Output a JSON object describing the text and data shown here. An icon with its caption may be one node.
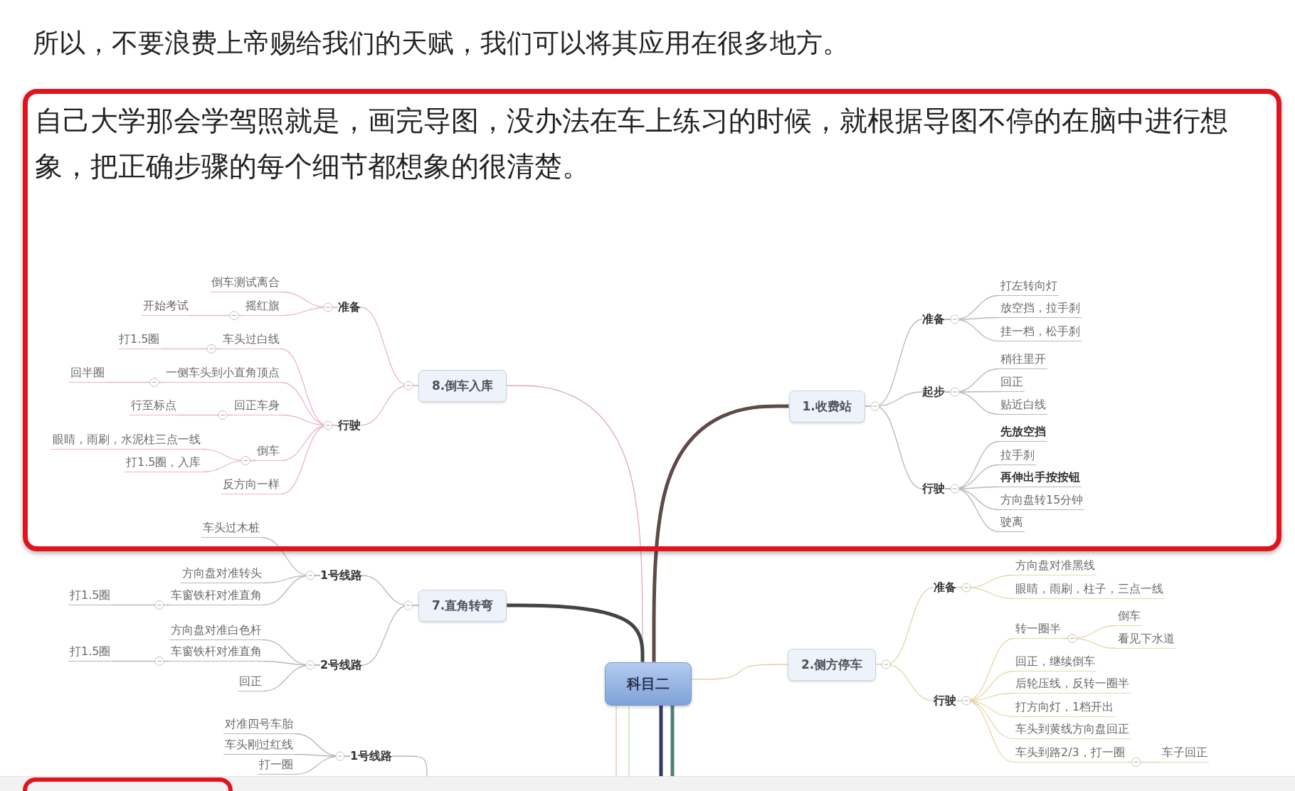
{
  "diagram": {
    "nodes": [
      {
        "text": [
          "自己大学那会学驾照就是，画完导图，没办法在车上练习的时候，就根据导图不停的在脑中进行想象，把正确步骤的每个细节都想象的很清楚。"
        ]
      },
      {
        "text": [
          "8.倒车入库"
        ],
        "in": 0
      },
      {
        "text": [
          "准备"
        ],
        "in": 0
      },
      {
        "text": [
          "倒车测试离合"
        ],
        "in": 0
      },
      {
        "text": [
          "摇红旗"
        ],
        "in": 0
      },
      {
        "text": [
          "开始考试"
        ],
        "in": 0
      },
      {
        "text": [
          "行驶"
        ],
        "in": 0
      },
      {
        "text": [
          "车头过白线"
        ],
        "in": 0
      },
      {
        "text": [
          "打1.5圈"
        ],
        "in": 0
      },
      {
        "text": [
          "一侧车头到小直角顶点"
        ],
        "in": 0
      },
      {
        "text": [
          "回半圈"
        ],
        "in": 0
      },
      {
        "text": [
          "回正车身"
        ],
        "in": 0
      },
      {
        "text": [
          "行至标点"
        ],
        "in": 0
      },
      {
        "text": [
          "倒车"
        ],
        "in": 0
      },
      {
        "text": [
          "眼睛，雨刷，水泥柱三点一线"
        ],
        "in": 0
      },
      {
        "text": [
          "打1.5圈，入库"
        ],
        "in": 0
      },
      {
        "text": [
          "反方向一样"
        ],
        "in": 0
      },
      {
        "text": [
          "1.收费站"
        ],
        "in": 0
      },
      {
        "text": [
          "准备"
        ],
        "in": 0
      },
      {
        "text": [
          "打左转向灯"
        ],
        "in": 0
      },
      {
        "text": [
          "放空挡，拉手刹"
        ],
        "in": 0
      },
      {
        "text": [
          "挂一档，松手刹"
        ],
        "in": 0
      },
      {
        "text": [
          "起步"
        ],
        "in": 0
      },
      {
        "text": [
          "稍往里开"
        ],
        "in": 0
      },
      {
        "text": [
          "回正"
        ],
        "in": 0
      },
      {
        "text": [
          "贴近白线"
        ],
        "in": 0
      },
      {
        "text": [
          "行驶"
        ],
        "in": 0
      },
      {
        "text": [
          "先放空挡"
        ],
        "in": 0
      },
      {
        "text": [
          "拉手刹"
        ],
        "in": 0
      },
      {
        "text": [
          "再伸出手按按钮"
        ],
        "in": 0
      },
      {
        "text": [
          "方向盘转15分钟"
        ],
        "in": 0
      },
      {
        "text": [
          "驶离"
        ],
        "in": 0
      },
      {
        "text": [
          "车头过木桩"
        ],
        "in": 0
      },
      {
        "text": [
          "科目二"
        ]
      },
      {
        "text": [
          "7.直角转弯"
        ]
      },
      {
        "text": [
          "1号线路"
        ]
      },
      {
        "text": [
          "方向盘对准转头"
        ]
      },
      {
        "text": [
          "车窗铁杆对准直角"
        ]
      },
      {
        "text": [
          "打1.5圈"
        ]
      },
      {
        "text": [
          "2号线路"
        ]
      },
      {
        "text": [
          "方向盘对准白色杆"
        ]
      },
      {
        "text": [
          "车窗铁杆对准直角"
        ]
      },
      {
        "text": [
          "打1.5圈"
        ]
      },
      {
        "text": [
          "回正"
        ]
      },
      {
        "text": [
          "2.侧方停车"
        ]
      },
      {
        "text": [
          "准备"
        ]
      },
      {
        "text": [
          "方向盘对准黑线"
        ]
      },
      {
        "text": [
          "眼睛，雨刷，柱子，三点一线"
        ]
      },
      {
        "text": [
          "行驶"
        ]
      },
      {
        "text": [
          "转一圈半"
        ]
      },
      {
        "text": [
          "倒车"
        ]
      },
      {
        "text": [
          "看见下水道"
        ]
      },
      {
        "text": [
          "回正，继续倒车"
        ]
      },
      {
        "text": [
          "后轮压线，反转一圈半"
        ]
      },
      {
        "text": [
          "打方向灯，1档开出"
        ]
      },
      {
        "text": [
          "车头到黄线方向盘回正"
        ]
      },
      {
        "text": [
          "车头到路2/3，打一圈"
        ]
      },
      {
        "text": [
          "车子回正"
        ]
      },
      {
        "text": [
          "1号线路"
        ]
      },
      {
        "text": [
          "对准四号车胎"
        ]
      },
      {
        "text": [
          "车头刚过红线"
        ]
      },
      {
        "text": [
          "打一圈"
        ]
      }
    ],
    "edges": [
      {
        "from": 33,
        "to": 1,
        "arrow": "none",
        "color": "#e3a9b8"
      },
      {
        "from": 33,
        "to": 17,
        "arrow": "none",
        "style": "thick",
        "color": "#5e4a47"
      },
      {
        "from": 33,
        "to": 34,
        "arrow": "none",
        "style": "thick",
        "color": "#444444"
      },
      {
        "from": 33,
        "to": 44,
        "arrow": "none",
        "color": "#e3cf9c"
      },
      {
        "from": 33,
        "to": null,
        "arrow": "none",
        "color": "#e4c3b3"
      },
      {
        "from": 33,
        "to": null,
        "arrow": "none",
        "color": "#b9e0a5"
      },
      {
        "from": 33,
        "to": null,
        "arrow": "none",
        "style": "thick",
        "color": "#2d3a5c"
      },
      {
        "from": 33,
        "to": null,
        "arrow": "none",
        "style": "thick",
        "color": "#4f7f78"
      },
      {
        "from": 1,
        "to": 2,
        "arrow": "none",
        "color": "#eab6c4"
      },
      {
        "from": 1,
        "to": 6,
        "arrow": "none",
        "color": "#eab6c4"
      },
      {
        "from": 2,
        "to": 3,
        "arrow": "none",
        "color": "#eab6c4"
      },
      {
        "from": 2,
        "to": 4,
        "arrow": "none",
        "color": "#eab6c4"
      },
      {
        "from": 4,
        "to": 5,
        "arrow": "none",
        "color": "#eab6c4"
      },
      {
        "from": 6,
        "to": 7,
        "arrow": "none",
        "color": "#eab6c4"
      },
      {
        "from": 6,
        "to": 9,
        "arrow": "none",
        "color": "#eab6c4"
      },
      {
        "from": 6,
        "to": 11,
        "arrow": "none",
        "color": "#eab6c4"
      },
      {
        "from": 6,
        "to": 13,
        "arrow": "none",
        "color": "#eab6c4"
      },
      {
        "from": 6,
        "to": 16,
        "arrow": "none",
        "color": "#eab6c4"
      },
      {
        "from": 7,
        "to": 8,
        "arrow": "none",
        "color": "#eab6c4"
      },
      {
        "from": 9,
        "to": 10,
        "arrow": "none",
        "color": "#eab6c4"
      },
      {
        "from": 11,
        "to": 12,
        "arrow": "none",
        "color": "#eab6c4"
      },
      {
        "from": 13,
        "to": 14,
        "arrow": "none",
        "color": "#eab6c4"
      },
      {
        "from": 13,
        "to": 15,
        "arrow": "none",
        "color": "#eab6c4"
      },
      {
        "from": 17,
        "to": 18,
        "arrow": "none"
      },
      {
        "from": 17,
        "to": 22,
        "arrow": "none"
      },
      {
        "from": 17,
        "to": 26,
        "arrow": "none"
      },
      {
        "from": 18,
        "to": 19,
        "arrow": "none"
      },
      {
        "from": 18,
        "to": 20,
        "arrow": "none"
      },
      {
        "from": 18,
        "to": 21,
        "arrow": "none"
      },
      {
        "from": 22,
        "to": 23,
        "arrow": "none"
      },
      {
        "from": 22,
        "to": 24,
        "arrow": "none"
      },
      {
        "from": 22,
        "to": 25,
        "arrow": "none"
      },
      {
        "from": 26,
        "to": 27,
        "arrow": "none"
      },
      {
        "from": 26,
        "to": 28,
        "arrow": "none"
      },
      {
        "from": 26,
        "to": 29,
        "arrow": "none"
      },
      {
        "from": 26,
        "to": 30,
        "arrow": "none"
      },
      {
        "from": 26,
        "to": 31,
        "arrow": "none"
      },
      {
        "from": 34,
        "to": 35,
        "arrow": "none"
      },
      {
        "from": 34,
        "to": 39,
        "arrow": "none"
      },
      {
        "from": 35,
        "to": 32,
        "arrow": "none"
      },
      {
        "from": 35,
        "to": 36,
        "arrow": "none"
      },
      {
        "from": 35,
        "to": 37,
        "arrow": "none"
      },
      {
        "from": 37,
        "to": 38,
        "arrow": "none"
      },
      {
        "from": 39,
        "to": 40,
        "arrow": "none"
      },
      {
        "from": 39,
        "to": 41,
        "arrow": "none"
      },
      {
        "from": 39,
        "to": 43,
        "arrow": "none"
      },
      {
        "from": 41,
        "to": 42,
        "arrow": "none"
      },
      {
        "from": 44,
        "to": 45,
        "arrow": "none",
        "color": "#e6d6a8"
      },
      {
        "from": 44,
        "to": 48,
        "arrow": "none",
        "color": "#e6d6a8"
      },
      {
        "from": 45,
        "to": 46,
        "arrow": "none",
        "color": "#e6d6a8"
      },
      {
        "from": 45,
        "to": 47,
        "arrow": "none",
        "color": "#e6d6a8"
      },
      {
        "from": 48,
        "to": 49,
        "arrow": "none",
        "color": "#e6d6a8"
      },
      {
        "from": 48,
        "to": 52,
        "arrow": "none",
        "color": "#e6d6a8"
      },
      {
        "from": 48,
        "to": 53,
        "arrow": "none",
        "color": "#e6d6a8"
      },
      {
        "from": 48,
        "to": 54,
        "arrow": "none",
        "color": "#e6d6a8"
      },
      {
        "from": 48,
        "to": 55,
        "arrow": "none",
        "color": "#e6d6a8"
      },
      {
        "from": 48,
        "to": 56,
        "arrow": "none",
        "color": "#e6d6a8"
      },
      {
        "from": 49,
        "to": 50,
        "arrow": "none",
        "color": "#e6d6a8"
      },
      {
        "from": 49,
        "to": 51,
        "arrow": "none",
        "color": "#e6d6a8"
      },
      {
        "from": 56,
        "to": 57,
        "arrow": "none",
        "color": "#e6d6a8"
      },
      {
        "from": null,
        "to": 58,
        "arrow": "none"
      },
      {
        "from": 58,
        "to": 59,
        "arrow": "none"
      },
      {
        "from": 58,
        "to": 60,
        "arrow": "none"
      },
      {
        "from": 58,
        "to": 61,
        "arrow": "none"
      }
    ],
    "labels": [
      "所以，不要浪费上帝赐给我们的天赋，我们可以将其应用在很多地方。"
    ]
  }
}
